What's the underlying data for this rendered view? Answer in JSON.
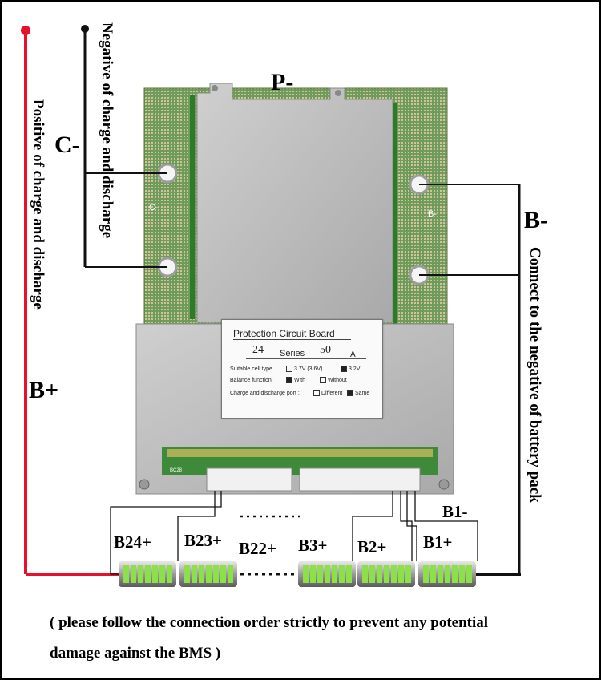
{
  "board": {
    "top_terminal": "P-",
    "left_terminal": "C-",
    "right_terminal": "B-",
    "pcb_mark_left": "C-",
    "pcb_mark_right": "B-",
    "pcb_mark_small": "BC28",
    "colors": {
      "positive_wire": "#e8102a",
      "negative_wire": "#111111",
      "pcb": "#5e8f4a",
      "plate": "#bcbcbc"
    }
  },
  "card": {
    "title": "Protection Circuit Board",
    "series_value": "24",
    "series_word": "Series",
    "current_value": "50",
    "current_unit": "A",
    "cell_type_label": "Suitable cell type",
    "cell_option_1": "3.7V (3.6V)",
    "cell_option_2": "3.2V",
    "balance_label": "Balance function:",
    "balance_option_1": "With",
    "balance_option_2": "Without",
    "port_label": "Charge and discharge port :",
    "port_option_1": "Different",
    "port_option_2": "Same"
  },
  "wires": {
    "positive_label": "Positive of charge and discharge",
    "negative_label": "Negative of charge and discharge",
    "b_plus": "B+",
    "battery_negative_label": "Connect to the negative of battery pack"
  },
  "cells": {
    "labels": [
      "B24+",
      "B23+",
      "B22+",
      "B3+",
      "B2+",
      "B1+"
    ],
    "b1_minus": "B1-",
    "dots": "......"
  },
  "note": {
    "line1": "( please follow the connection order strictly to prevent any potential",
    "line2": "damage against the BMS )"
  }
}
